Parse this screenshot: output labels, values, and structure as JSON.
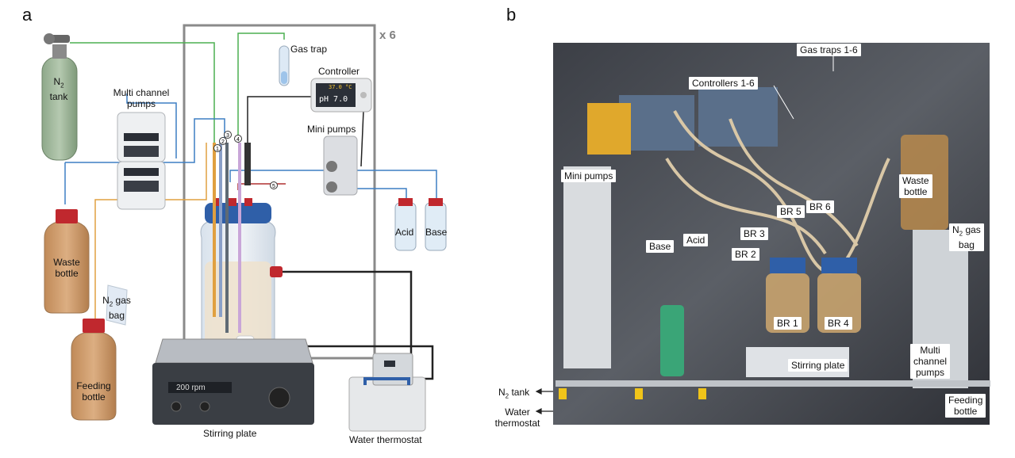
{
  "panel_a": {
    "letter": "a",
    "multiplier": "x 6",
    "labels": {
      "n2_tank_line1": "N",
      "n2_tank_sub": "2",
      "n2_tank_line2": "tank",
      "multi_pumps_1": "Multi channel",
      "multi_pumps_2": "pumps",
      "gas_trap": "Gas trap",
      "controller": "Controller",
      "mini_pumps": "Mini pumps",
      "acid": "Acid",
      "base": "Base",
      "waste_1": "Waste",
      "waste_2": "bottle",
      "n2_bag_1": "N",
      "n2_bag_sub": "2",
      "n2_bag_2": " gas",
      "n2_bag_3": "bag",
      "feeding_1": "Feeding",
      "feeding_2": "bottle",
      "stirring": "Stirring plate",
      "thermostat": "Water thermostat",
      "rpm": "200 rpm",
      "ph": "pH 7.0",
      "temp": "37.0 °C"
    },
    "port_numbers": [
      "1",
      "2",
      "3",
      "4",
      "5"
    ]
  },
  "panel_b": {
    "letter": "b",
    "labels": {
      "gas_traps": "Gas traps 1-6",
      "controllers": "Controllers 1-6",
      "mini_pumps": "Mini pumps",
      "waste_1": "Waste",
      "waste_2": "bottle",
      "n2_bag_1": "N",
      "n2_bag_sub": "2",
      "n2_bag_2": " gas",
      "n2_bag_3": "bag",
      "br5": "BR 5",
      "br6": "BR 6",
      "br3": "BR 3",
      "br2": "BR 2",
      "base": "Base",
      "acid": "Acid",
      "br1": "BR 1",
      "br4": "BR 4",
      "stirring": "Stirring plate",
      "multi_1": "Multi",
      "multi_2": "channel",
      "multi_3": "pumps",
      "feeding_1": "Feeding",
      "feeding_2": "bottle",
      "n2_tank_1": "N",
      "n2_tank_sub": "2",
      "n2_tank_2": " tank",
      "water_1": "Water",
      "water_2": "thermostat"
    }
  },
  "colors": {
    "green_line": "#4caf50",
    "blue_line": "#3d7fc4",
    "orange_line": "#e0a040",
    "dark_line": "#222222",
    "red_cap": "#c0282e",
    "blue_cap": "#2f5fa8",
    "box_gray": "#8a8a8a",
    "liquid_brown": "#c8935c"
  }
}
